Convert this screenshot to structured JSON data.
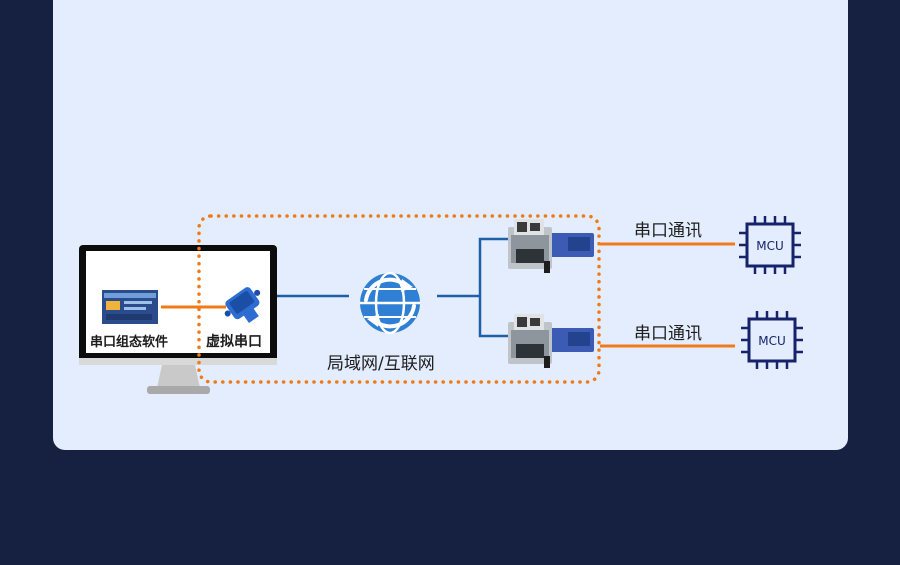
{
  "labels": {
    "serial_software": "串口组态软件",
    "virtual_port": "虚拟串口",
    "network": "局域网/互联网",
    "serial_comm_1": "串口通讯",
    "serial_comm_2": "串口通讯",
    "mcu_1": "MCU",
    "mcu_2": "MCU"
  },
  "colors": {
    "background": "#162040",
    "panel": "#e3edfd",
    "orange": "#f07a1a",
    "blue_line": "#1f5fa8",
    "mcu_blue": "#16236b",
    "globe_blue": "#2f7fd4"
  },
  "icons": [
    "monitor-icon",
    "serial-connector-icon",
    "globe-icon",
    "ethernet-module-icon",
    "chip-icon"
  ]
}
